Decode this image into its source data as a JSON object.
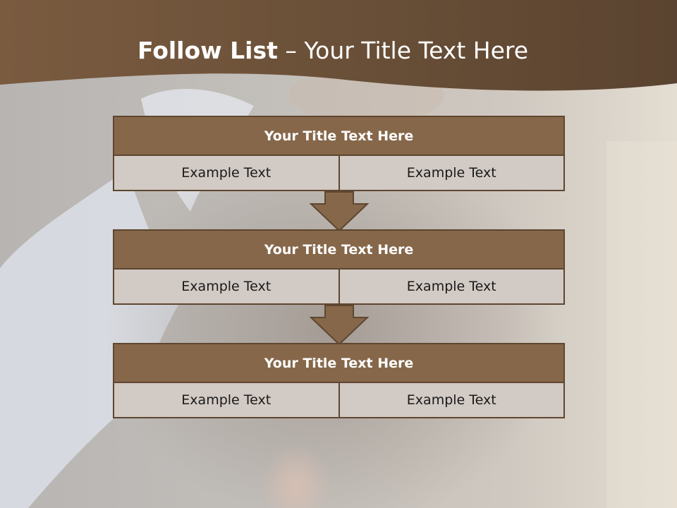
{
  "title": {
    "bold": "Follow List",
    "rest": " – Your Title Text Here"
  },
  "blocks": [
    {
      "heading": "Your Title Text Here",
      "left": "Example Text",
      "right": "Example Text"
    },
    {
      "heading": "Your Title Text Here",
      "left": "Example Text",
      "right": "Example Text"
    },
    {
      "heading": "Your Title Text Here",
      "left": "Example Text",
      "right": "Example Text"
    }
  ],
  "colors": {
    "header": "#86674a",
    "cell": "#d2cac4",
    "border": "#5e4630"
  }
}
